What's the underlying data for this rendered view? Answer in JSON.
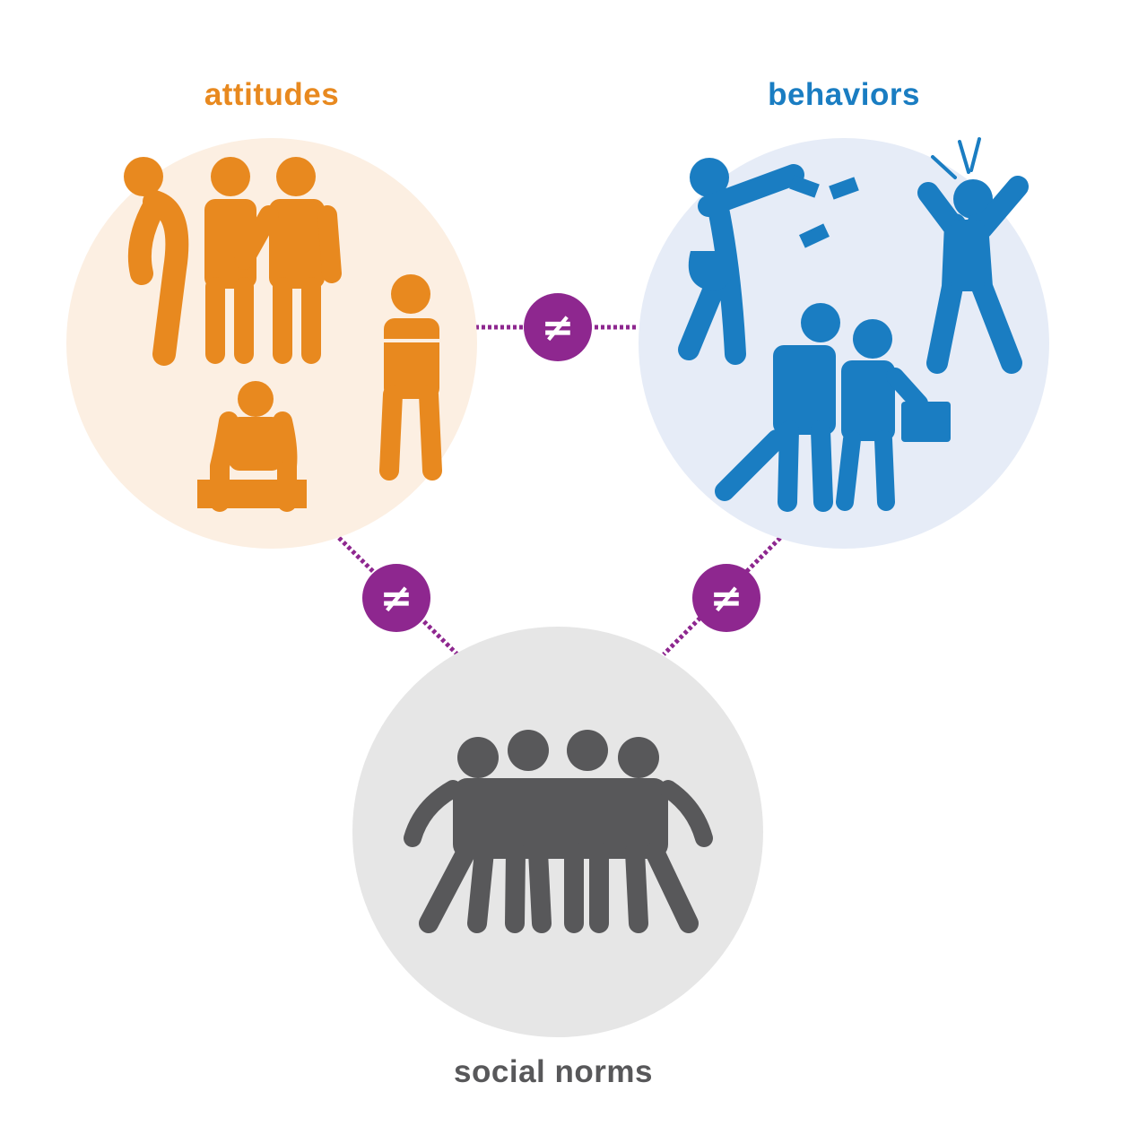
{
  "titles": {
    "attitudes": "attitudes",
    "behaviors": "behaviors",
    "social_norms": "social norms"
  },
  "connectors": {
    "symbol": "≠"
  },
  "colors": {
    "attitudes": "#E8891F",
    "attitudes_bg": "#FCEFE2",
    "behaviors": "#1A7DC2",
    "behaviors_bg": "#E6ECF7",
    "social_norms": "#58585A",
    "social_norms_bg": "#E6E6E6",
    "connector": "#8E278F"
  }
}
